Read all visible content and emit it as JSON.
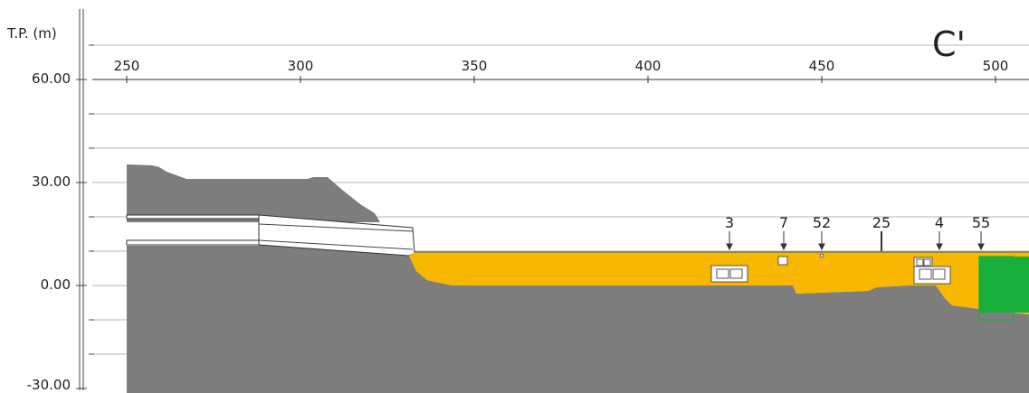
{
  "section_label": "C'",
  "y_axis_title": "T.P. (m)",
  "y_ticks": [
    "60.00",
    "30.00",
    "0.00",
    "-30.00"
  ],
  "x_ticks": [
    "250",
    "300",
    "350",
    "400",
    "450",
    "500"
  ],
  "markers": [
    "3",
    "7",
    "52",
    "25",
    "4",
    "55"
  ],
  "colors": {
    "bedrock": "#7d7d7d",
    "fill_layer": "#f8b700",
    "green_zone": "#18ae3c",
    "grid": "#b0b0b0",
    "outline": "#444444"
  },
  "icons": {
    "marker_arrow": "down-arrow-icon",
    "structure_box": "box-structure-icon"
  }
}
